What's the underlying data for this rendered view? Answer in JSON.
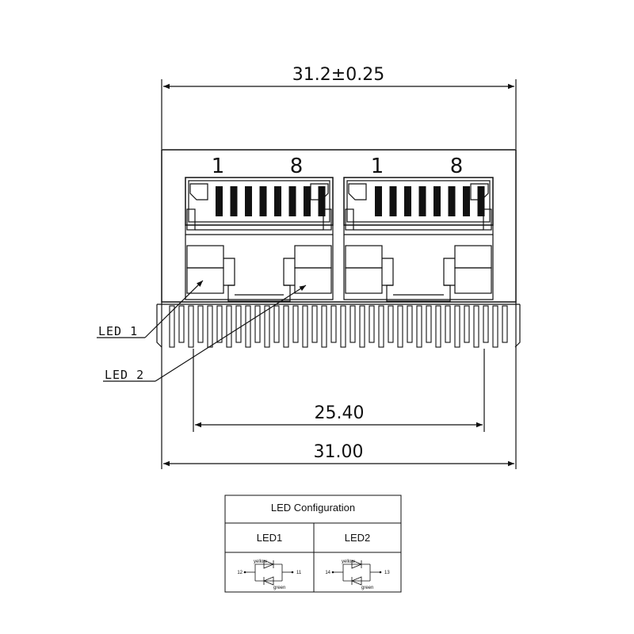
{
  "dimensions": {
    "overall_width": "31.2±0.25",
    "pin_span": "25.40",
    "base_width": "31.00"
  },
  "pin_labels": {
    "left_port_start": "1",
    "left_port_end": "8",
    "right_port_start": "1",
    "right_port_end": "8"
  },
  "callouts": {
    "led1": "LED 1",
    "led2": "LED 2"
  },
  "led_table": {
    "title": "LED Configuration",
    "col1_header": "LED1",
    "col2_header": "LED2",
    "led1": {
      "color_top": "yellow",
      "color_bottom": "green",
      "pin_left": "12",
      "pin_right": "11"
    },
    "led2": {
      "color_top": "yellow",
      "color_bottom": "green",
      "pin_left": "14",
      "pin_right": "13"
    }
  }
}
